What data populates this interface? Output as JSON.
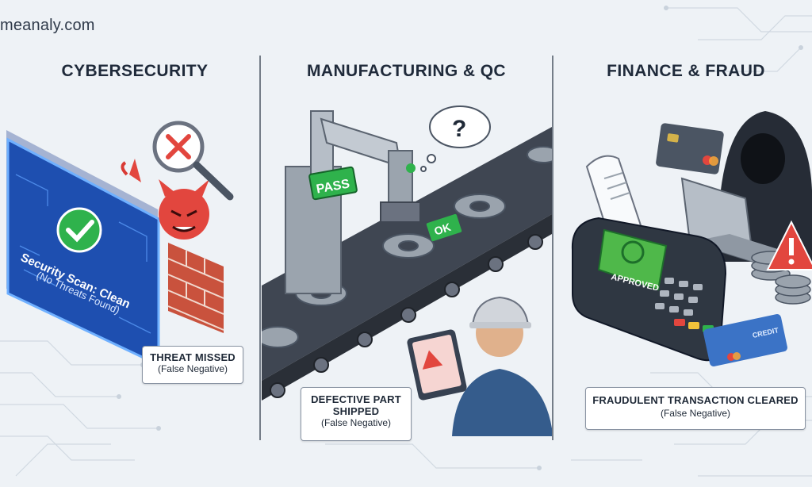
{
  "brand": "meanaly.com",
  "colors": {
    "background": "#eef2f6",
    "title": "#1f2a3a",
    "success": "#2fb24c",
    "danger": "#e2463e",
    "screen_blue": "#2563c9"
  },
  "panels": [
    {
      "title": "CYBERSECURITY",
      "screen_text_line1": "Security Scan: Clean",
      "screen_text_line2": "(No Threats Found)",
      "callout_line1": "THREAT MISSED",
      "callout_line2": "(False Negative)",
      "icons": [
        "check-icon",
        "magnifier-x-icon",
        "devil-icon",
        "firewall-icon"
      ]
    },
    {
      "title": "MANUFACTURING & QC",
      "pass_sign": "PASS",
      "ok_tag": "OK",
      "thought_mark": "?",
      "callout_line1": "DEFECTIVE PART",
      "callout_line1b": "SHIPPED",
      "callout_line2": "(False Negative)",
      "icons": [
        "robot-arm-icon",
        "conveyor-icon",
        "worker-icon",
        "tablet-warning-icon"
      ]
    },
    {
      "title": "FINANCE & FRAUD",
      "terminal_text": "APPROVED",
      "card_text": "CREDIT",
      "callout_line1": "FRAUDULENT TRANSACTION CLEARED",
      "callout_line2": "(False Negative)",
      "icons": [
        "pos-terminal-icon",
        "credit-card-icon",
        "hooded-hacker-icon",
        "warning-icon",
        "coins-icon"
      ]
    }
  ]
}
